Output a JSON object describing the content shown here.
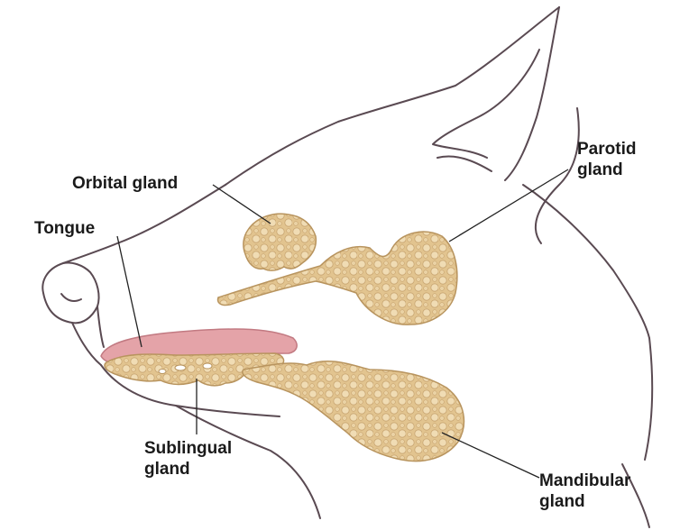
{
  "labels": {
    "orbital": "Orbital gland",
    "tongue": "Tongue",
    "parotid": [
      "Parotid",
      "gland"
    ],
    "sublingual": [
      "Sublingual",
      "gland"
    ],
    "mandibular": [
      "Mandibular",
      "gland"
    ]
  },
  "colors": {
    "outline": "#5a4a52",
    "gland_fill": "#e2c48f",
    "gland_bump": "#f0dcb4",
    "gland_edge": "#b8945e",
    "tongue_fill": "#e4a3a8",
    "tongue_edge": "#c27a82",
    "leader_line": "#222222",
    "background": "#ffffff"
  }
}
